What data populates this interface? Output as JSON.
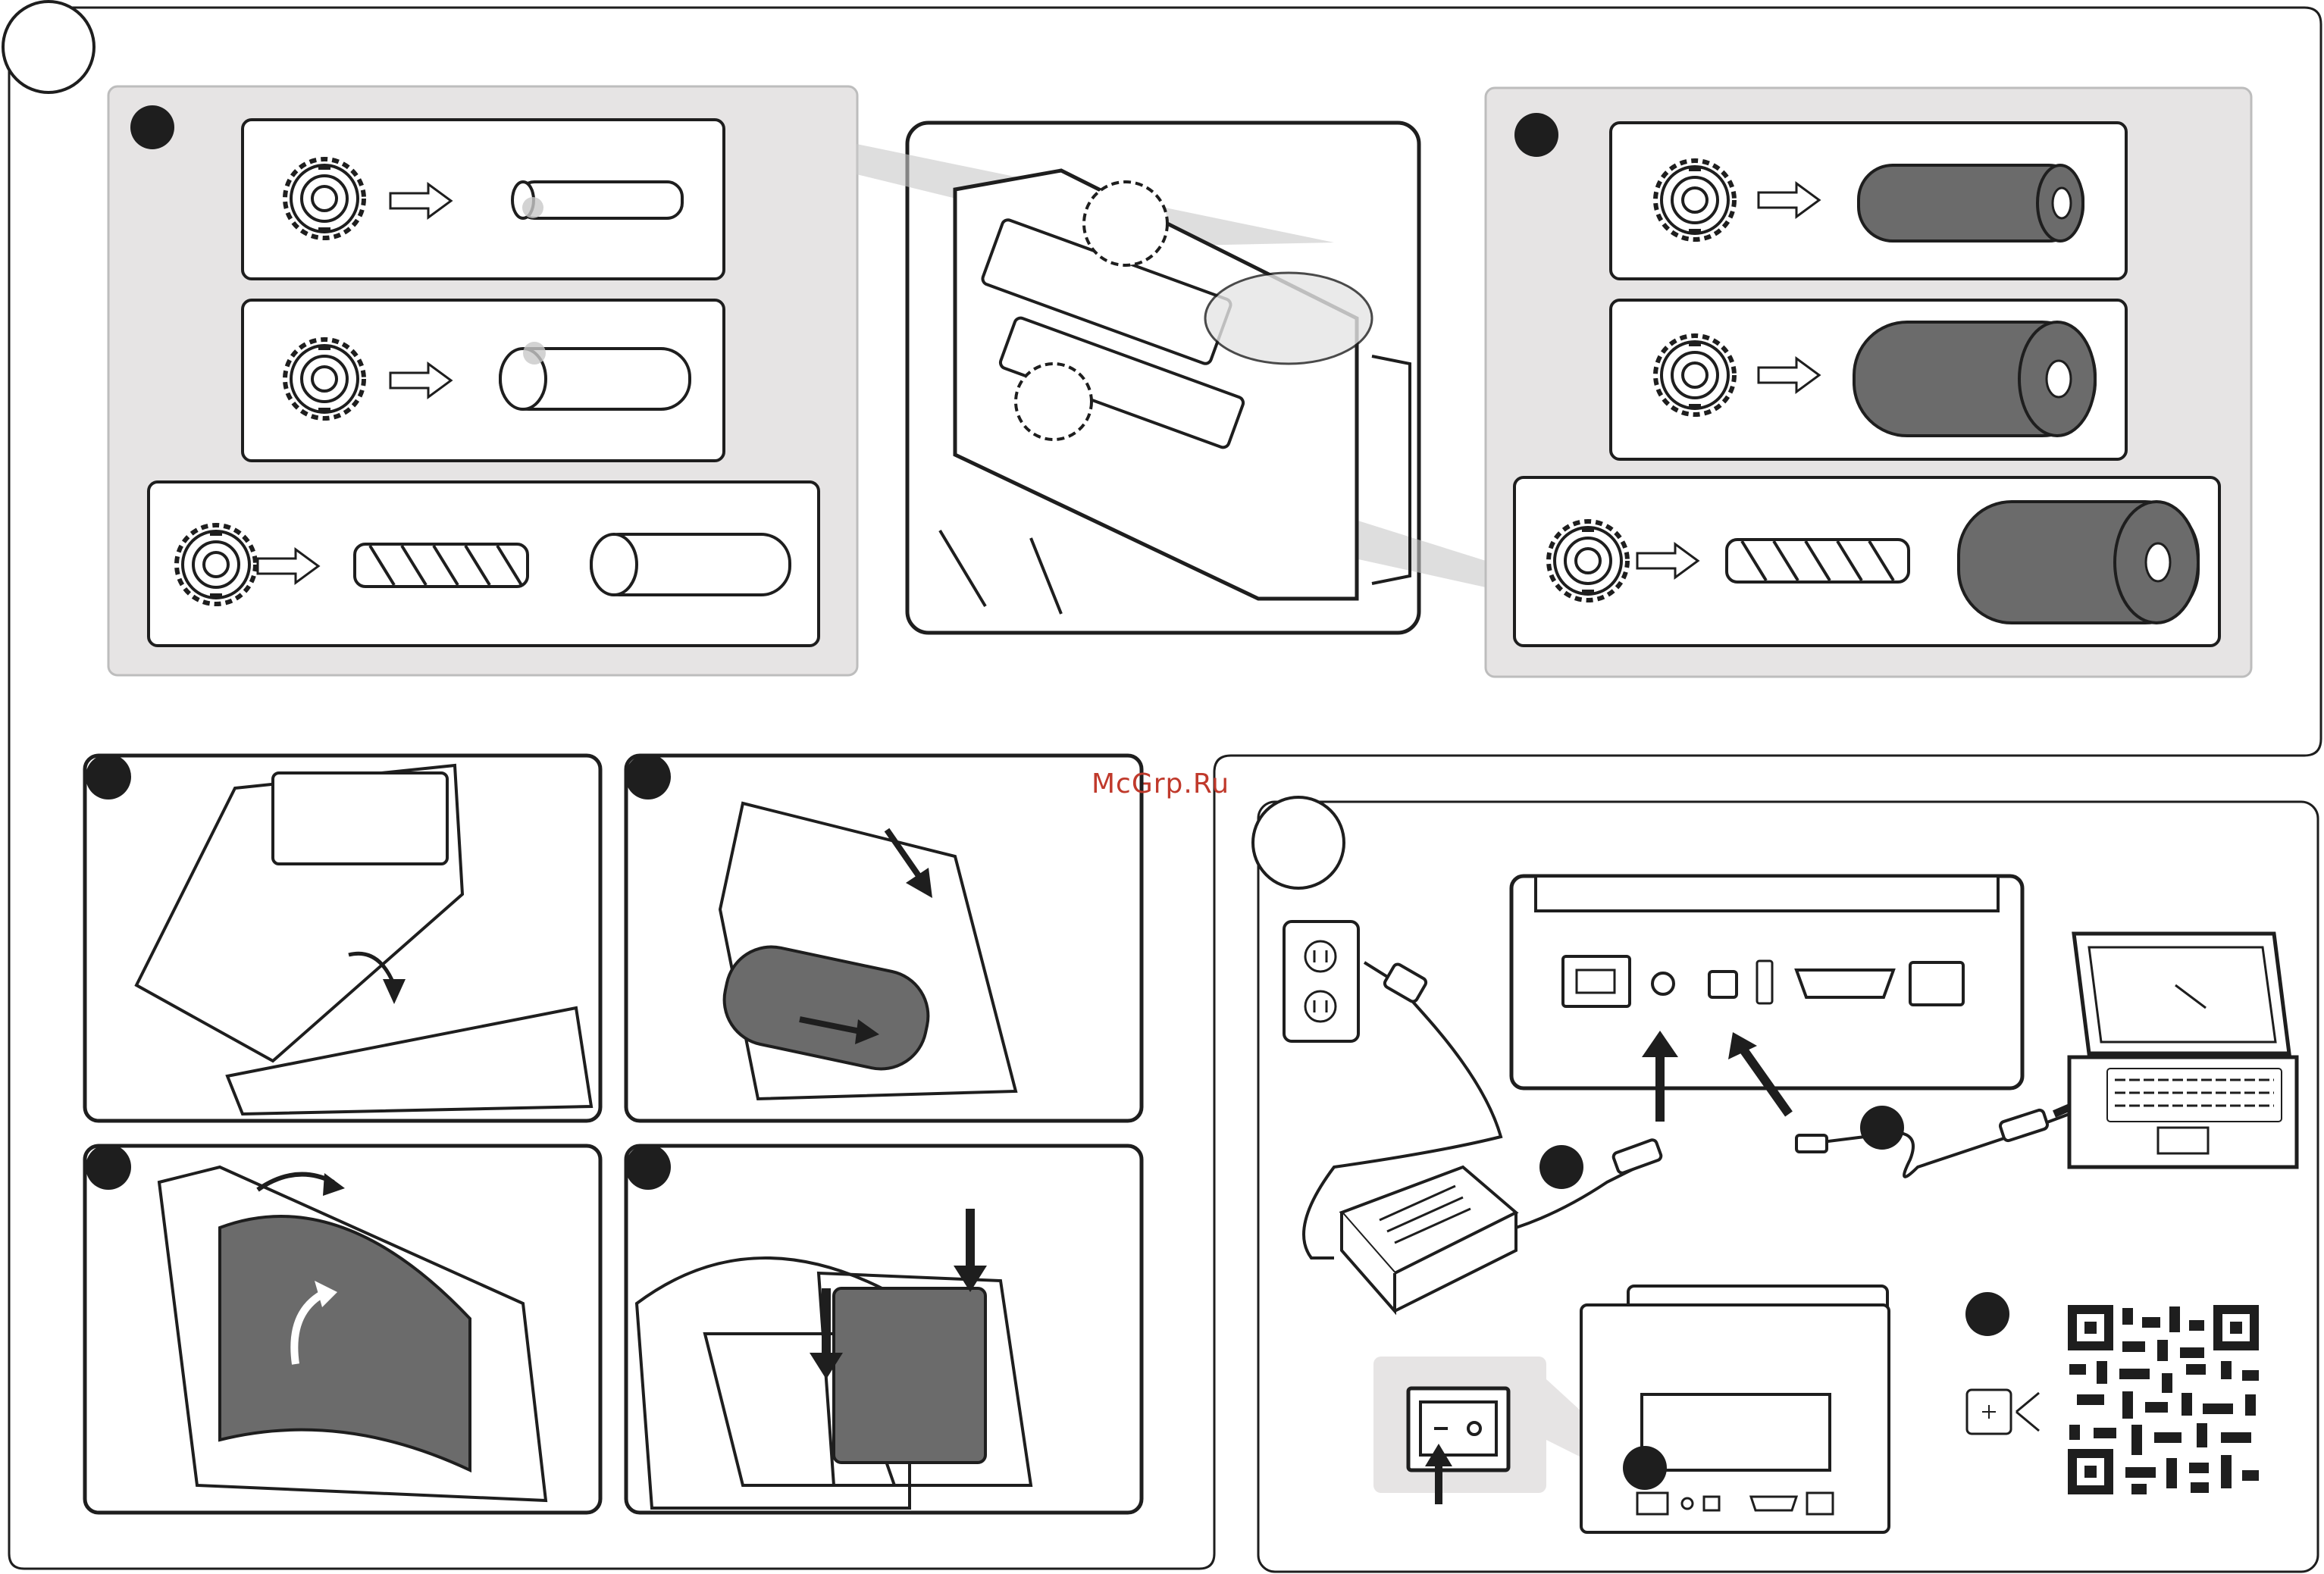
{
  "watermark": {
    "text": "McGrp.Ru",
    "color": "#c0392b"
  },
  "colors": {
    "outline": "#1e1e1e",
    "panel_gray": "#e6e4e4",
    "ribbon_dark": "#6b6b6b",
    "highlight_gray": "#c8c8c8"
  },
  "sections": {
    "top": {
      "step_markers": [
        "step-1-marker",
        "step-2-marker"
      ],
      "left_group_rows": [
        "spindle-to-empty-core-small",
        "spindle-to-empty-core-large",
        "spindle-to-adapter-and-core"
      ],
      "right_group_rows": [
        "spindle-to-ribbon-roll-small",
        "spindle-to-ribbon-roll-medium",
        "spindle-to-adapter-and-ribbon-roll-large"
      ]
    },
    "bottom_left": {
      "panels": [
        "open-printer-step",
        "insert-ribbon-step",
        "wind-ribbon-step",
        "close-cover-step"
      ]
    },
    "bottom_right": {
      "items": [
        "power-outlet",
        "power-adapter",
        "printer-rear-ports",
        "usb-cable",
        "laptop",
        "power-switch-closeup",
        "qr-code"
      ],
      "icons": [
        "scan-icon"
      ]
    }
  }
}
